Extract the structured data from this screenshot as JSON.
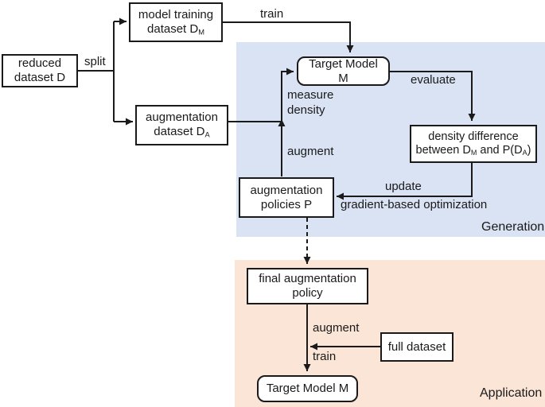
{
  "diagram": {
    "regions": {
      "generation": {
        "label": "Generation",
        "bg": "#dae3f3"
      },
      "application": {
        "label": "Application",
        "bg": "#fbe5d6"
      }
    },
    "nodes": {
      "reduced_dataset": {
        "line1": "reduced",
        "line2": "dataset D"
      },
      "model_training_dataset": {
        "line1": "model training",
        "line2_base": "dataset D",
        "line2_sub": "M"
      },
      "augmentation_dataset": {
        "line1": "augmentation",
        "line2_base": "dataset D",
        "line2_sub": "A"
      },
      "target_model_generation": {
        "line1": "Target Model",
        "line2": "M"
      },
      "density_difference": {
        "line1": "density difference",
        "line2_a": "between D",
        "line2_a_sub": "M",
        "line2_b": " and P(D",
        "line2_b_sub": "A",
        "line2_c": ")"
      },
      "augmentation_policies": {
        "line1": "augmentation",
        "line2": "policies P"
      },
      "final_augmentation_policy": {
        "line1": "final augmentation",
        "line2": "policy"
      },
      "full_dataset": {
        "label": "full dataset"
      },
      "target_model_application": {
        "label": "Target Model M"
      }
    },
    "edge_labels": {
      "split": "split",
      "train_model": "train",
      "evaluate": "evaluate",
      "measure_density_line1": "measure",
      "measure_density_line2": "density",
      "augment_generation": "augment",
      "update": "update",
      "gradient_optimization": "gradient-based optimization",
      "augment_application": "augment",
      "train_application": "train"
    },
    "colors": {
      "line": "#1a1a1a",
      "node_border": "#1a1a1a",
      "node_bg": "#ffffff",
      "text": "#1a1a1a",
      "generation_bg": "#dae3f3",
      "application_bg": "#fbe5d6"
    }
  }
}
